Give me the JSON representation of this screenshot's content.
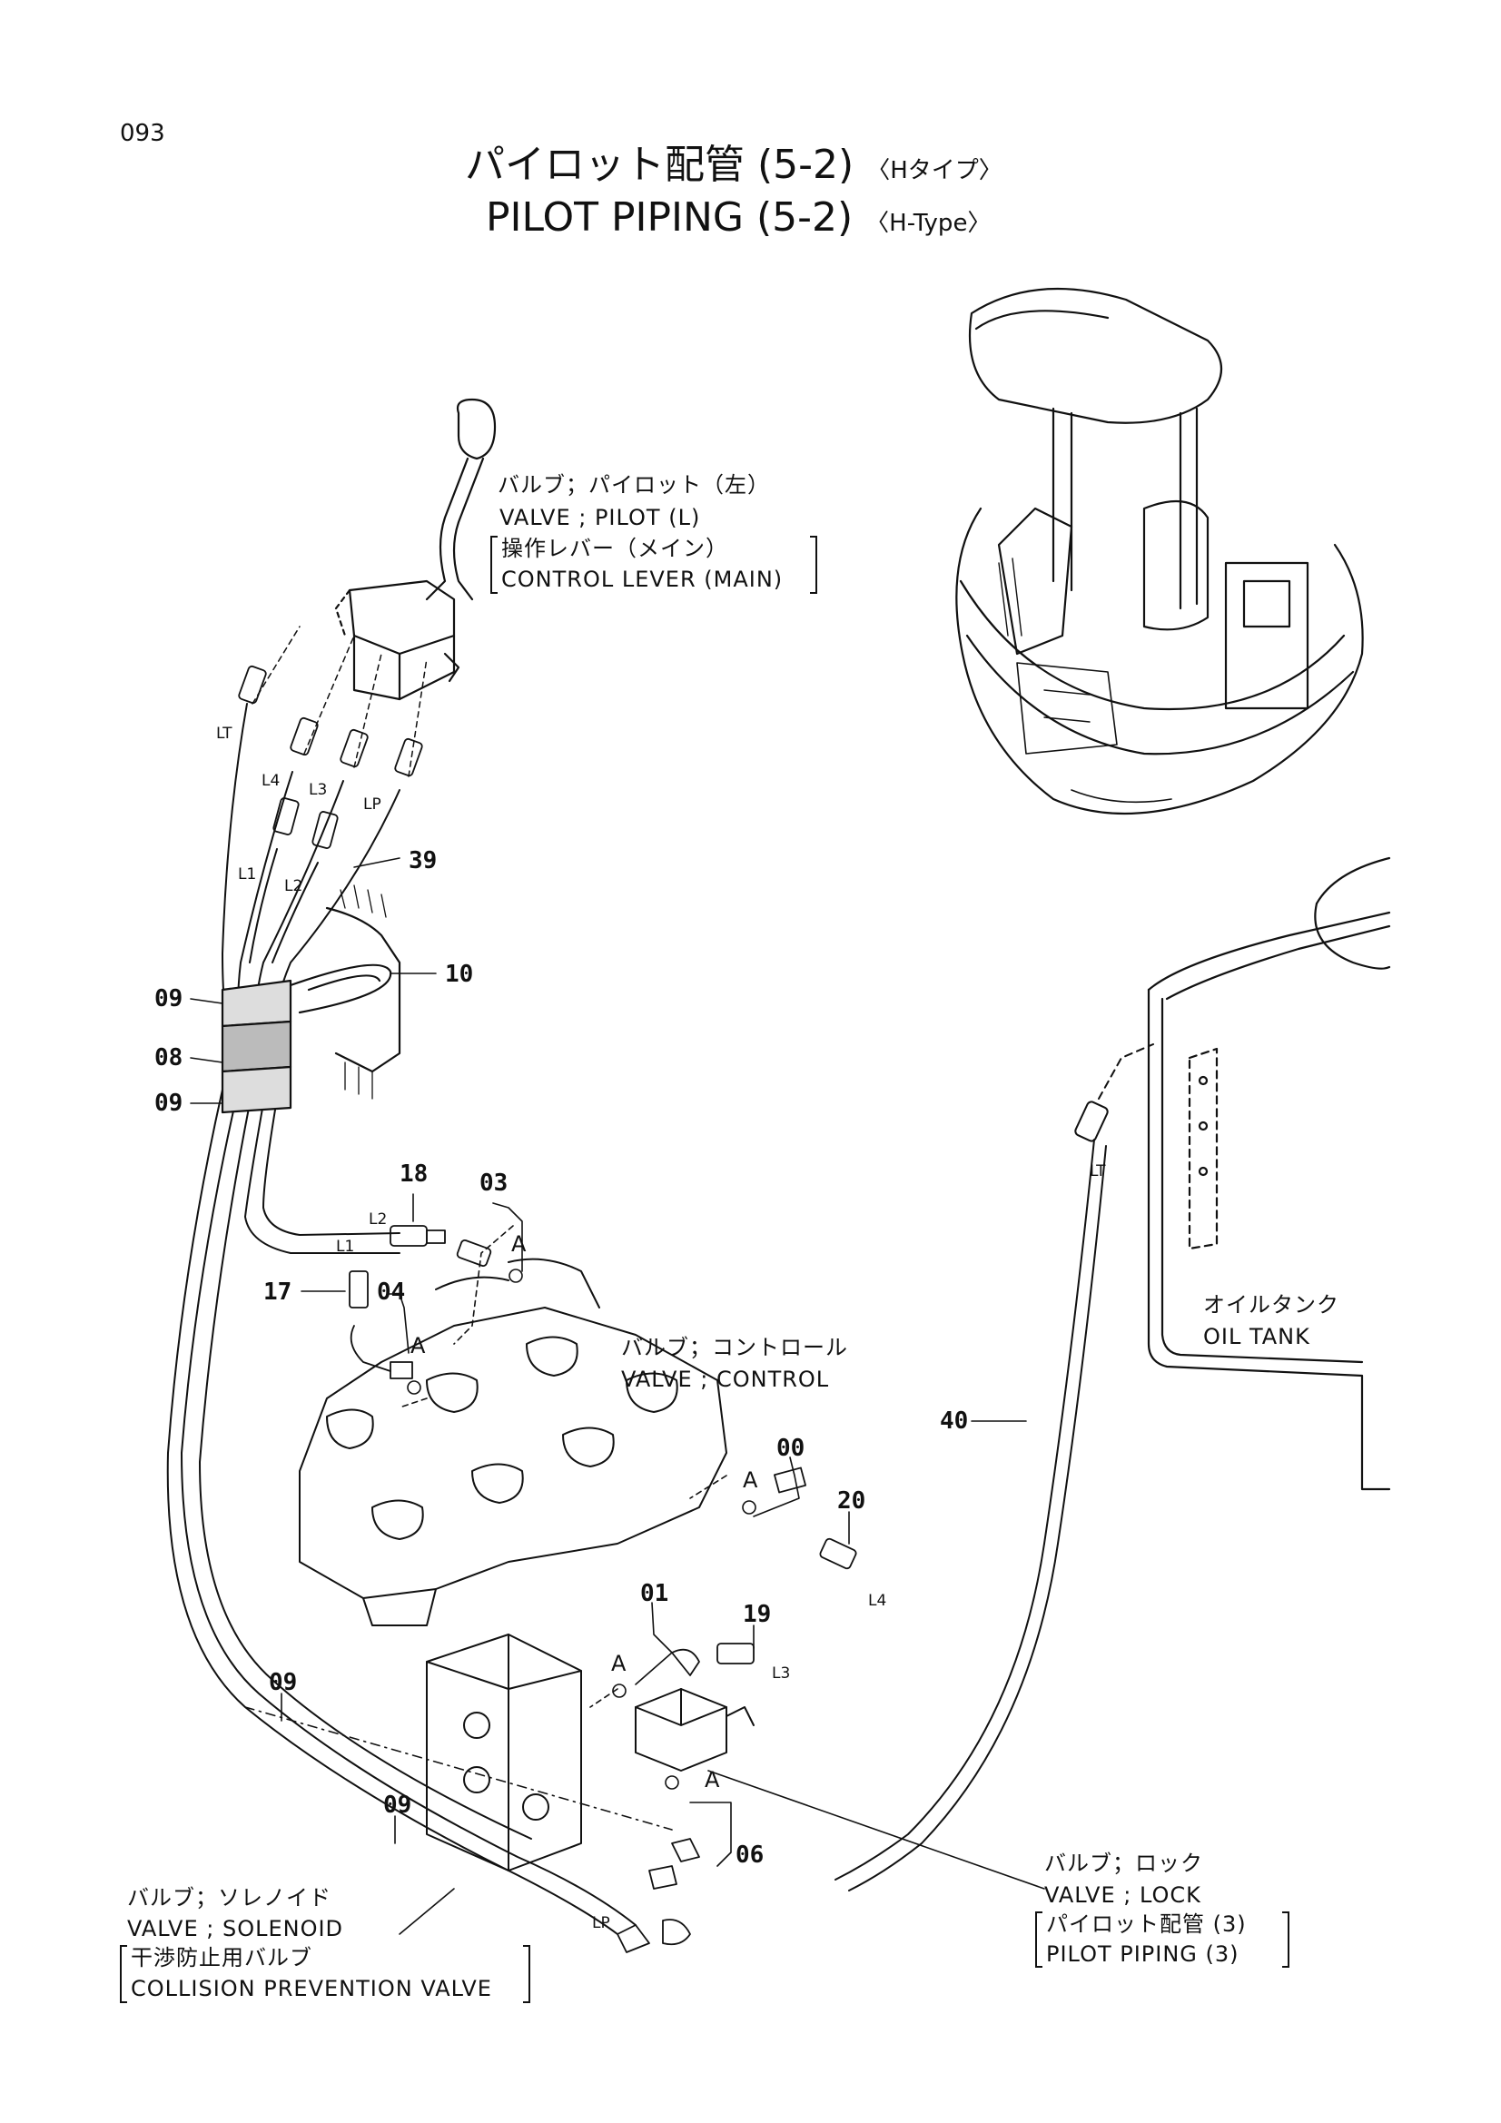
{
  "page_number": "093",
  "title": {
    "ja": "パイロット配管 (5-2)",
    "ja_type": "〈Hタイプ〉",
    "en": "PILOT PIPING (5-2)",
    "en_type": "〈H-Type〉"
  },
  "callouts": {
    "pilot_valve": {
      "ja": "バルブ；パイロット（左）",
      "en": "VALVE ; PILOT (L)",
      "sub_ja": "操作レバー（メイン）",
      "sub_en": "CONTROL LEVER (MAIN)"
    },
    "control_valve": {
      "ja": "バルブ；コントロール",
      "en": "VALVE ; CONTROL"
    },
    "oil_tank": {
      "ja": "オイルタンク",
      "en": "OIL TANK"
    },
    "lock_valve": {
      "ja": "バルブ；ロック",
      "en": "VALVE ; LOCK",
      "sub_ja": "パイロット配管 (3)",
      "sub_en": "PILOT PIPING (3)"
    },
    "solenoid_valve": {
      "ja": "バルブ；ソレノイド",
      "en": "VALVE ; SOLENOID",
      "sub_ja": "干渉防止用バルブ",
      "sub_en": "COLLISION PREVENTION VALVE"
    }
  },
  "part_numbers": {
    "p39": "39",
    "p10": "10",
    "p09a": "09",
    "p08": "08",
    "p09b": "09",
    "p18": "18",
    "p03": "03",
    "p17": "17",
    "p04": "04",
    "p00": "00",
    "p20": "20",
    "p40": "40",
    "p01": "01",
    "p19": "19",
    "p09c": "09",
    "p09d": "09",
    "p06": "06"
  },
  "hose_tags": {
    "lt_top": "LT",
    "l4_top": "L4",
    "l3_top": "L3",
    "lp_top": "LP",
    "l1_top": "L1",
    "l2_top": "L2",
    "l2_mid": "L2",
    "l1_mid": "L1",
    "lt_tank": "LT",
    "l4_low": "L4",
    "l3_low": "L3",
    "lp_low": "LP"
  },
  "detail_marks": {
    "a1": "A",
    "a2": "A",
    "a3": "A",
    "a4": "A",
    "a5": "A"
  }
}
